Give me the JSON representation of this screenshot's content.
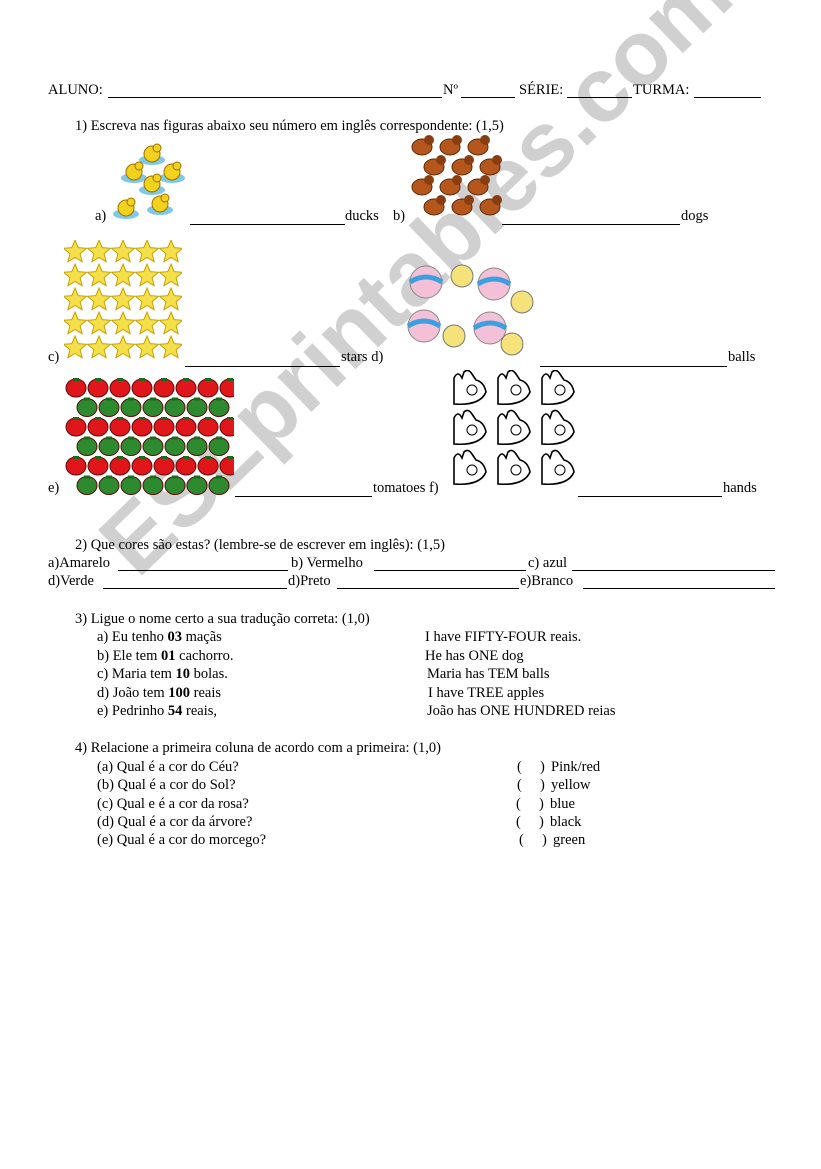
{
  "header": {
    "aluno": "ALUNO:",
    "numero": "Nº",
    "serie": "SÉRIE:",
    "turma": "TURMA:"
  },
  "q1": {
    "title": "1)  Escreva nas figuras abaixo seu número em inglês correspondente: (1,5)",
    "a": "a)",
    "ducks": "ducks",
    "b": "b)",
    "dogs": "dogs",
    "c": "c)",
    "stars": "stars d)",
    "balls": "balls",
    "e": "e)",
    "tomatoes": "tomatoes f)",
    "hands": "hands"
  },
  "q2": {
    "title": "2)  Que cores são estas? (lembre-se de escrever em inglês): (1,5)",
    "items": [
      "a)Amarelo",
      "b) Vermelho",
      "c) azul",
      "d)Verde",
      "d)Preto",
      "e)Branco"
    ]
  },
  "q3": {
    "title": "3)  Ligue o nome certo a sua tradução correta: (1,0)",
    "left": [
      {
        "pre": "a) Eu tenho ",
        "num": "03",
        "post": " maçãs"
      },
      {
        "pre": "b) Ele tem ",
        "num": "01",
        "post": " cachorro."
      },
      {
        "pre": "c) Maria tem ",
        "num": "10",
        "post": " bolas."
      },
      {
        "pre": "d) João tem ",
        "num": "100",
        "post": " reais"
      },
      {
        "pre": "e) Pedrinho ",
        "num": "54",
        "post": " reais,"
      }
    ],
    "right": [
      "I have FIFTY-FOUR reais.",
      "He has ONE dog",
      "Maria has TEM balls",
      "I have TREE apples",
      "João has ONE HUNDRED reias"
    ]
  },
  "q4": {
    "title": "4)  Relacione a primeira coluna de acordo com a primeira: (1,0)",
    "left": [
      "(a) Qual é a cor do Céu?",
      "(b) Qual é a cor do Sol?",
      "(c) Qual e é a cor da rosa?",
      "(d) Qual é a cor da árvore?",
      "(e) Qual é a cor do morcego?"
    ],
    "paren": "(     )",
    "right": [
      "Pink/red",
      "yellow",
      "blue",
      "black",
      "green"
    ]
  },
  "watermark": "ESLprintables.com"
}
